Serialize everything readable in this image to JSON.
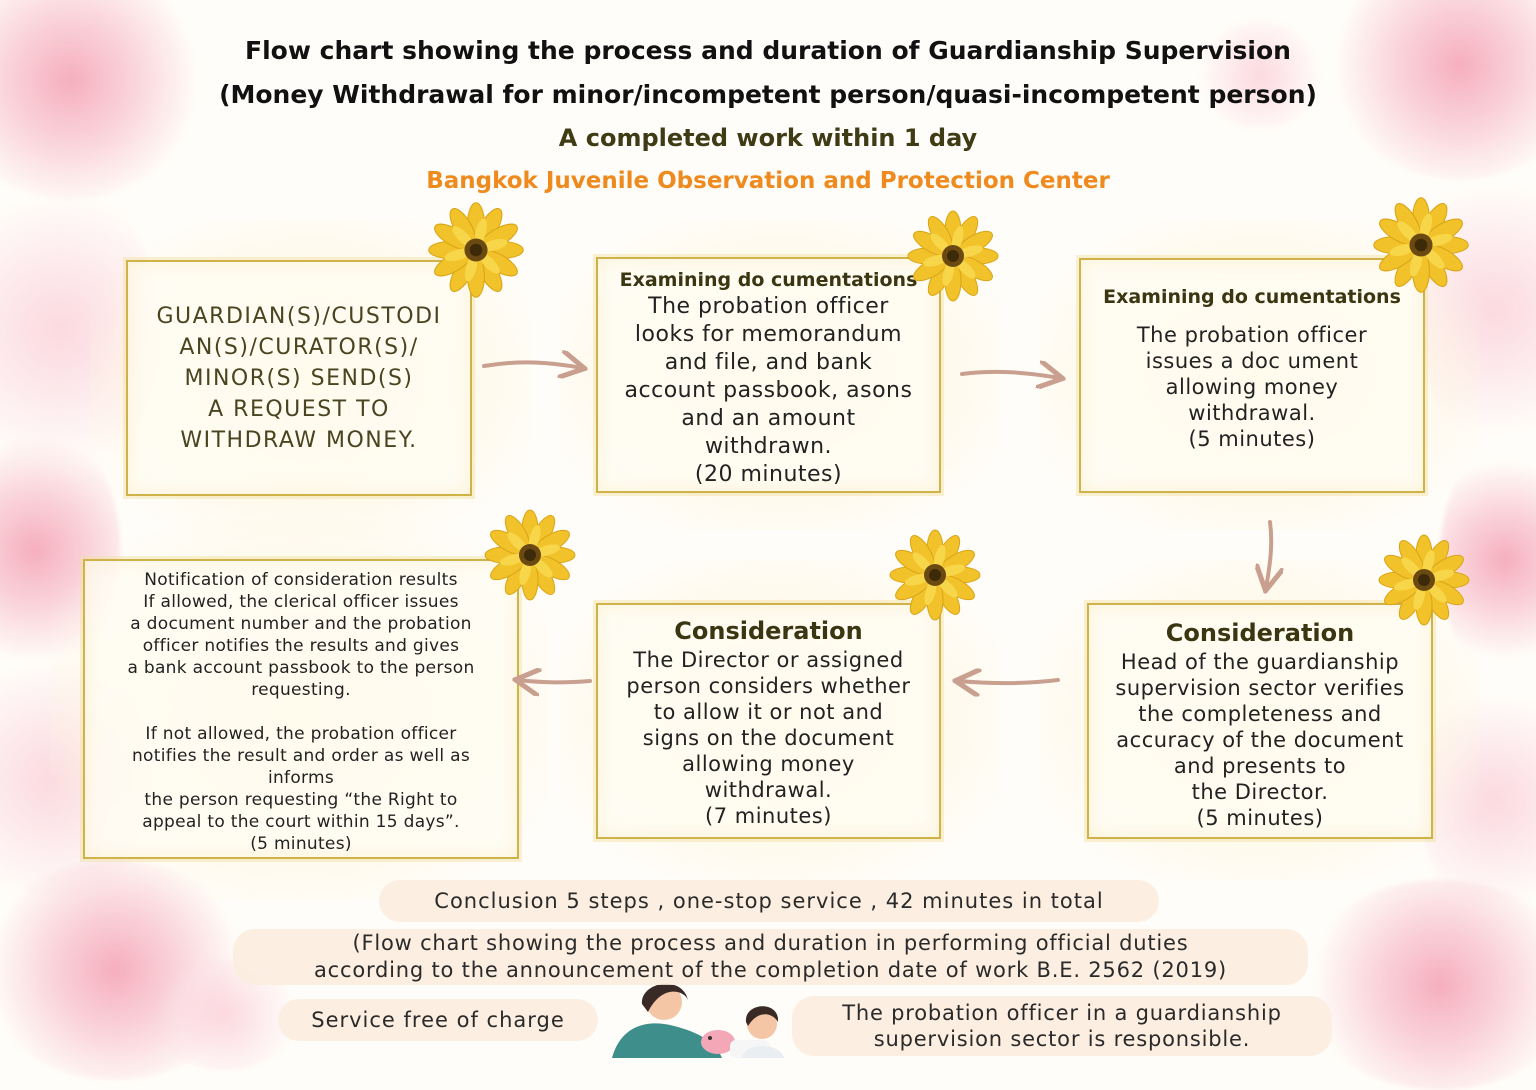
{
  "header": {
    "title_line1": "Flow chart showing the process and duration of Guardianship Supervision",
    "title_line2": "(Money Withdrawal for minor/incompetent person/quasi-incompetent person)",
    "completion": "A completed work within 1 day",
    "organization": "Bangkok Juvenile Observation and Protection Center"
  },
  "steps": [
    {
      "heading": "",
      "text": "GUARDIAN(S)/CUSTODI\nAN(S)/CURATOR(S)/\nMINOR(S) SEND(S)\nA REQUEST TO\nWITHDRAW MONEY."
    },
    {
      "heading": "Examining do cumentations",
      "text": "The probation officer\nlooks for memorandum\nand file, and bank\naccount passbook, asons\nand an amount\nwithdrawn.\n(20 minutes)"
    },
    {
      "heading": "Examining do cumentations",
      "text": "The probation officer\nissues a doc ument\nallowing money\nwithdrawal.\n(5 minutes)"
    },
    {
      "heading": "Consideration",
      "text": "Head of the guardianship\nsupervision sector verifies\nthe completeness and\naccuracy of the document\nand presents to\nthe Director.\n(5 minutes)"
    },
    {
      "heading": "Consideration",
      "text": "The Director or assigned\nperson considers whether\nto allow it or not and\nsigns on the document\nallowing money\nwithdrawal.\n(7 minutes)"
    },
    {
      "heading": "",
      "text": "Notification of consideration results\nIf allowed, the clerical officer issues\na document number and the probation\nofficer notifies the results and gives\na bank account passbook to the person\nrequesting.\n\nIf not allowed, the probation officer\nnotifies the result and order as well as\ninforms\nthe person requesting “the Right to\nappeal to the court within 15 days”.\n(5 minutes)"
    }
  ],
  "footer": {
    "conclusion": "Conclusion 5 steps , one-stop service , 42 minutes in total",
    "note": "(Flow chart showing the process and duration in performing official duties\naccording to the announcement of the completion date of work B.E. 2562 (2019)",
    "free": "Service free of charge",
    "responsible": "The probation officer in a guardianship\nsupervision sector is responsible."
  },
  "colors": {
    "box_border": "#cfb24a",
    "arrow": "#c9a08f",
    "flower_petal": "#f2c22a",
    "flower_center": "#6b4a12",
    "organization_text": "#ef8a1e",
    "completion_text": "#3f3b15"
  },
  "icons": {
    "decor": "sunflower-icon",
    "illustration": "mother-child-piggy-bank-illustration"
  }
}
